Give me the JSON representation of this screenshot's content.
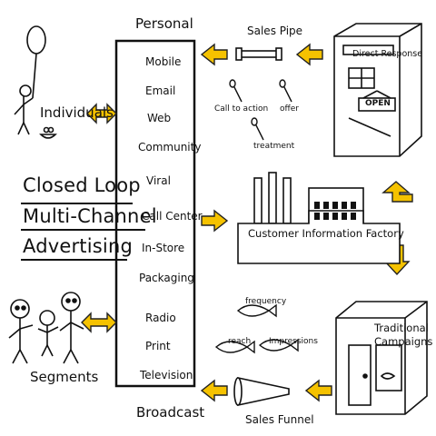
{
  "title": {
    "line1": "Closed Loop",
    "line2": "Multi-Channel",
    "line3": "Advertising"
  },
  "labels": {
    "personal": "Personal",
    "broadcast": "Broadcast",
    "individuals": "Individuals",
    "segments": "Segments",
    "sales_pipe": "Sales Pipe",
    "sales_funnel": "Sales Funnel",
    "direct_response": "Direct Response",
    "open_sign": "OPEN",
    "factory": "Customer Information Factory",
    "traditional_line1": "Traditional",
    "traditional_line2": "Campaigns"
  },
  "channels": [
    "Mobile",
    "Email",
    "Web",
    "Community",
    "Viral",
    "Call Center",
    "In-Store",
    "Packaging",
    "Radio",
    "Print",
    "Television"
  ],
  "pipe_items": {
    "call_to_action": "Call to action",
    "offer": "offer",
    "treatment": "treatment"
  },
  "funnel_items": {
    "frequency": "frequency",
    "reach": "reach",
    "impressions": "Impressions"
  },
  "colors": {
    "arrow_fill": "#f5c200",
    "arrow_stroke": "#222222",
    "ink": "#111111"
  }
}
